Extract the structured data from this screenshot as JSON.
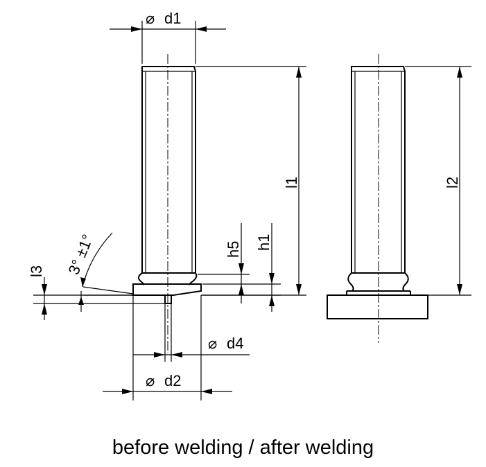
{
  "labels": {
    "d1": "d1",
    "d2": "d2",
    "d4": "d4",
    "l1": "l1",
    "l2": "l2",
    "l3": "l3",
    "h1": "h1",
    "h5": "h5",
    "angle": "3° ±1°",
    "diameter_symbol": "⌀"
  },
  "caption": "before welding / after welding"
}
